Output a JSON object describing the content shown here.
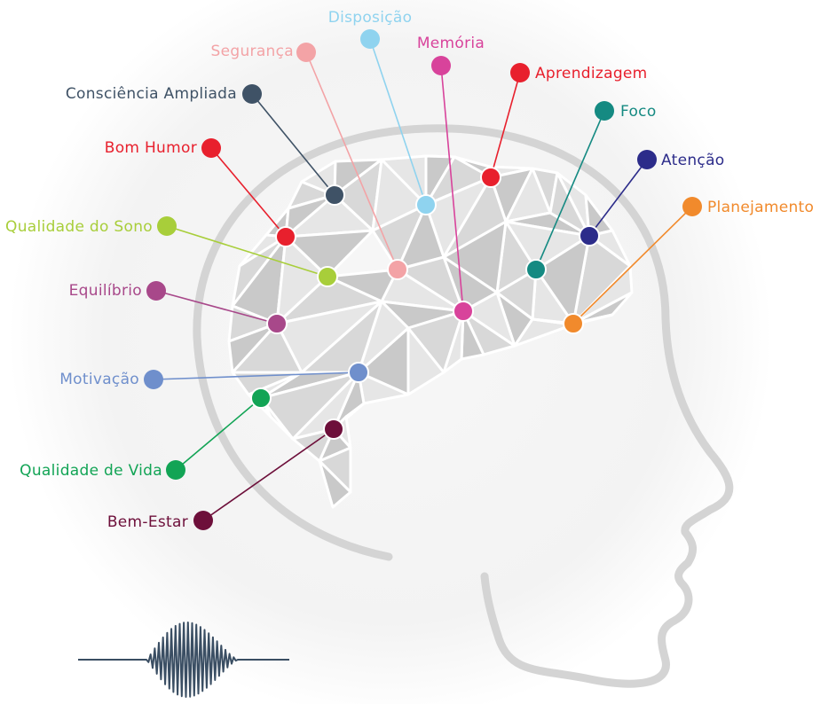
{
  "colors": {
    "background_glow": "#f4f4f4",
    "head_outline": "#d4d4d4",
    "brain_dark": "#c9c9c9",
    "brain_mid": "#d8d8d8",
    "brain_light": "#e6e6e6",
    "brain_edges": "#ffffff",
    "wave": "#3a4e63"
  },
  "icons": {
    "head": "head-profile-icon",
    "brain": "polygon-brain-icon",
    "wave": "brainwave-icon"
  },
  "labels": [
    {
      "id": "disposicao",
      "text": "Disposição",
      "color": "#8fd3ef"
    },
    {
      "id": "seguranca",
      "text": "Segurança",
      "color": "#f3a3a6"
    },
    {
      "id": "memoria",
      "text": "Memória",
      "color": "#d8439b"
    },
    {
      "id": "aprendizagem",
      "text": "Aprendizagem",
      "color": "#e8202d"
    },
    {
      "id": "consciencia",
      "text": "Consciência Ampliada",
      "color": "#3f5266"
    },
    {
      "id": "foco",
      "text": "Foco",
      "color": "#158a82"
    },
    {
      "id": "bomhumor",
      "text": "Bom Humor",
      "color": "#e8202d"
    },
    {
      "id": "atencao",
      "text": "Atenção",
      "color": "#2c2c8a"
    },
    {
      "id": "planejamento",
      "text": "Planejamento",
      "color": "#f18a2c"
    },
    {
      "id": "sono",
      "text": "Qualidade do Sono",
      "color": "#a8ce3a"
    },
    {
      "id": "equilibrio",
      "text": "Equilíbrio",
      "color": "#a8488a"
    },
    {
      "id": "motivacao",
      "text": "Motivação",
      "color": "#6f8fcc"
    },
    {
      "id": "qvida",
      "text": "Qualidade de Vida",
      "color": "#12a455"
    },
    {
      "id": "bemestar",
      "text": "Bem-Estar",
      "color": "#6d0f3a"
    }
  ]
}
